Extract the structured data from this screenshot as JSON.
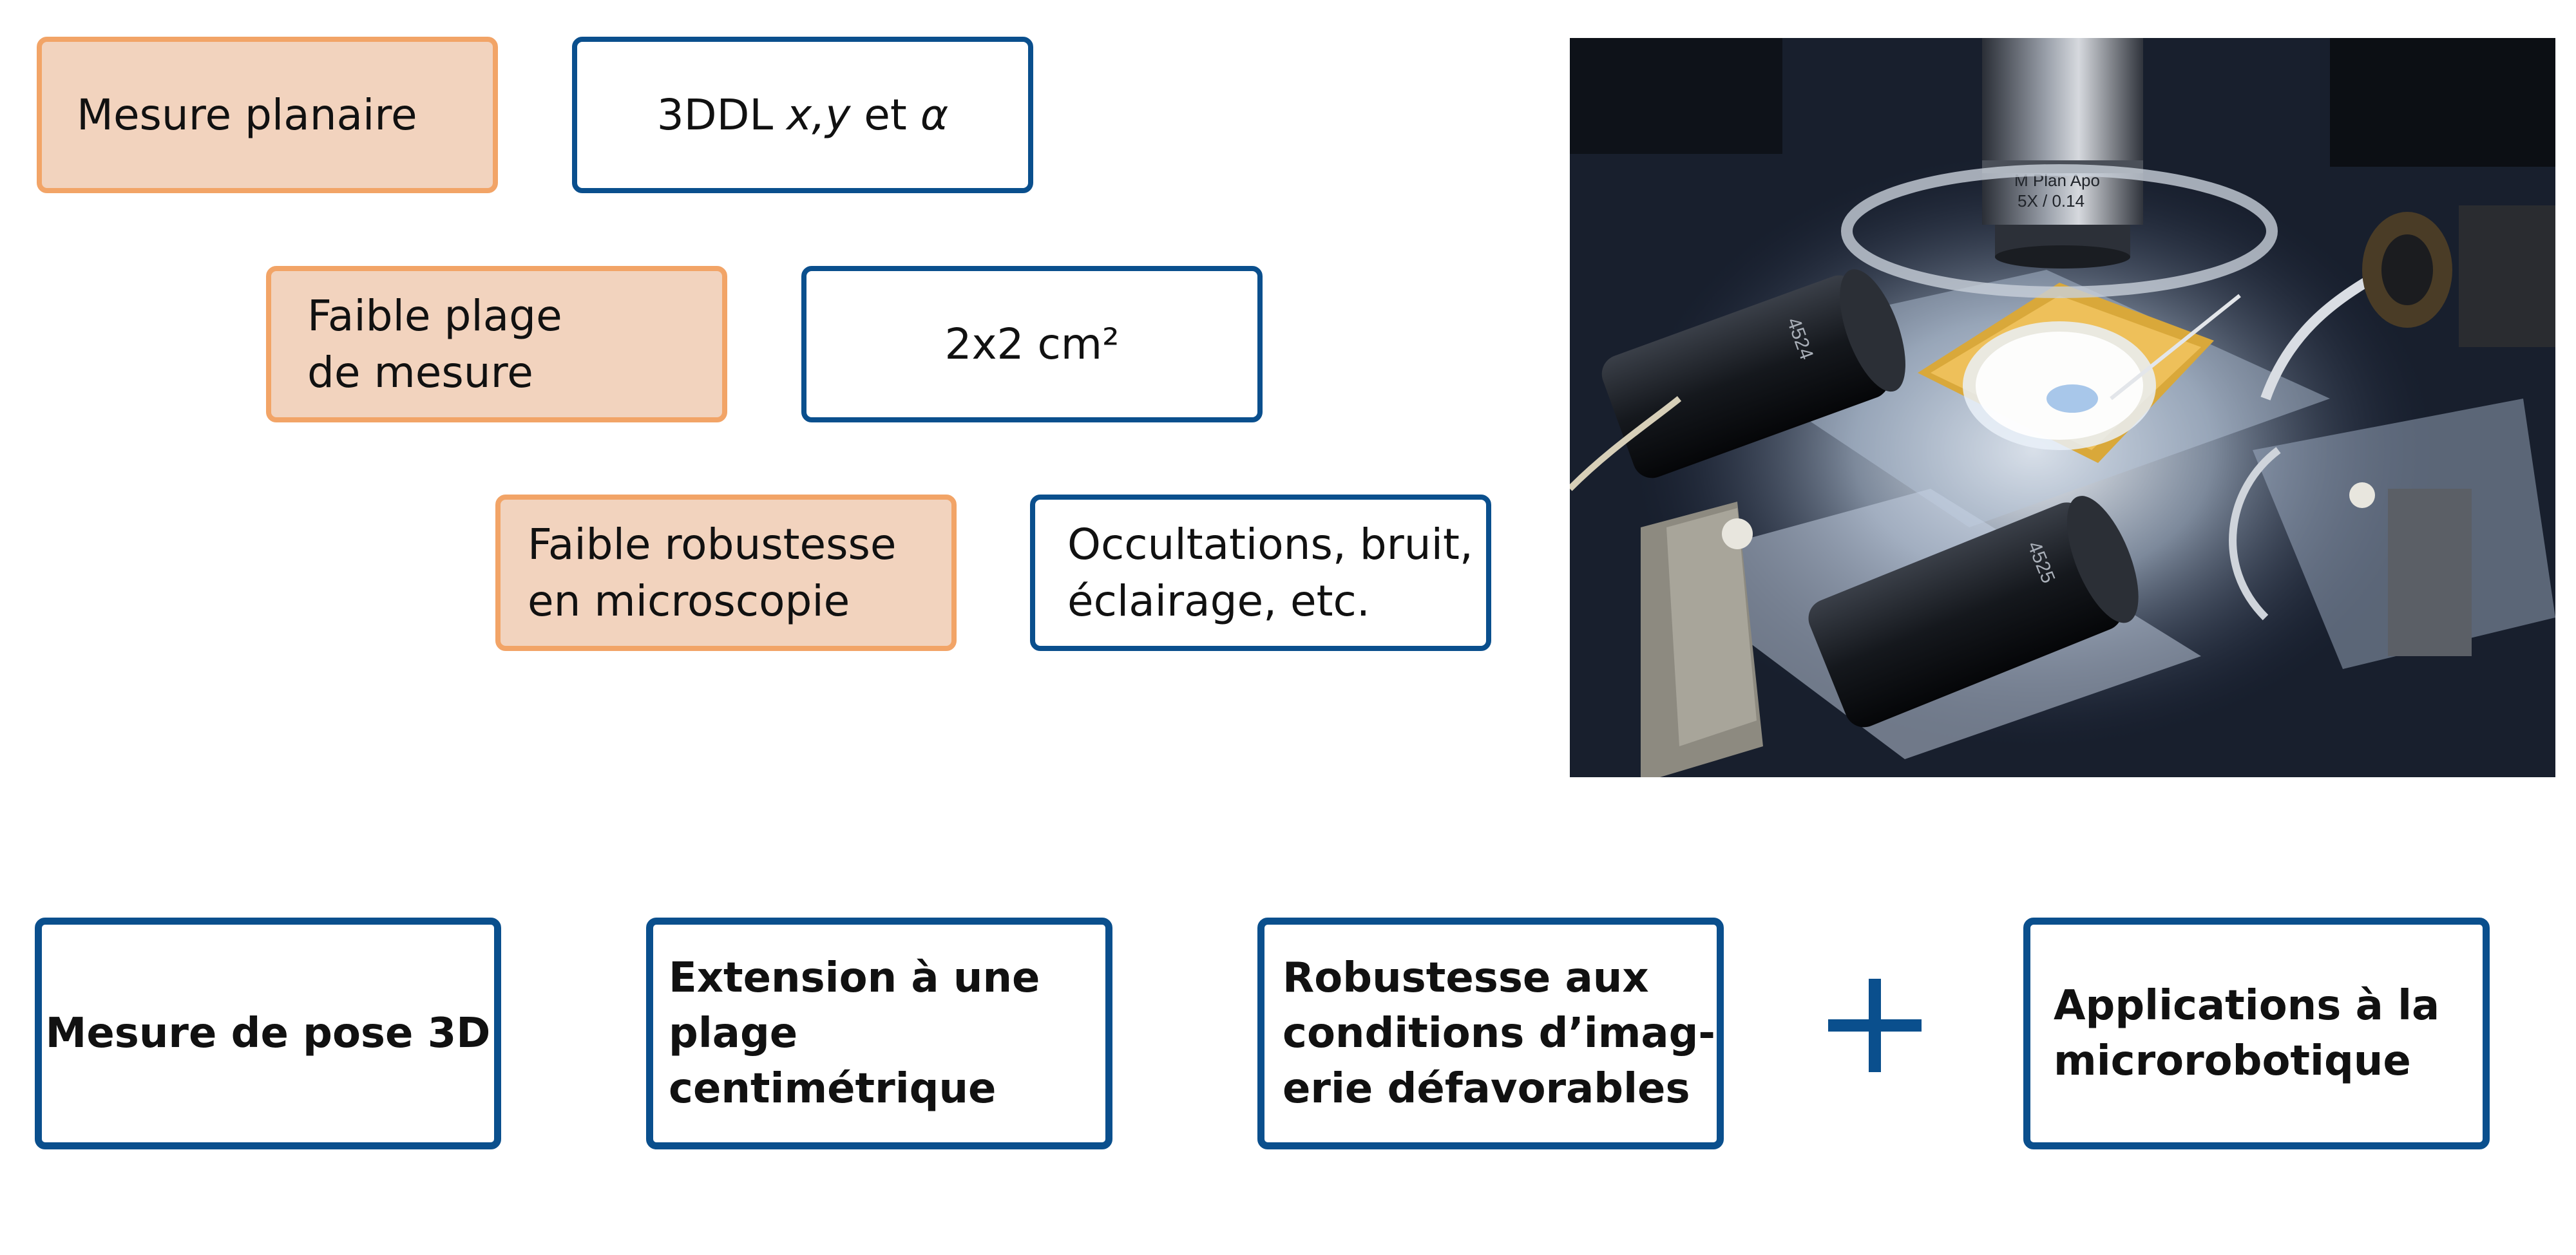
{
  "limitations": [
    {
      "label": "Mesure planaire"
    },
    {
      "label": "Faible plage\nde mesure"
    },
    {
      "label": "Faible robustesse\nen microscopie"
    }
  ],
  "answers": [
    {
      "prefix": "3DDL ",
      "vars": "x,y",
      "middle": " et ",
      "symbol": "α"
    },
    {
      "label": "2x2 cm²"
    },
    {
      "label": "Occultations, bruit,\néclairage, etc."
    }
  ],
  "contributions": [
    {
      "label": "Mesure de pose 3D"
    },
    {
      "label": "Extension à une\nplage centimétrique"
    },
    {
      "label": "Robustesse aux\nconditions d’imag-\nerie défavorables"
    },
    {
      "label": "Applications à la\nmicrorobotique"
    }
  ],
  "photo_lettering": [
    "M Plan Apo",
    "5X / 0.14",
    "4524",
    "4525"
  ],
  "colors": {
    "limit_fill": "#f2d3be",
    "limit_border": "#f2a467",
    "answer_border": "#0a4f8d",
    "plus": "#0a4f8d"
  }
}
